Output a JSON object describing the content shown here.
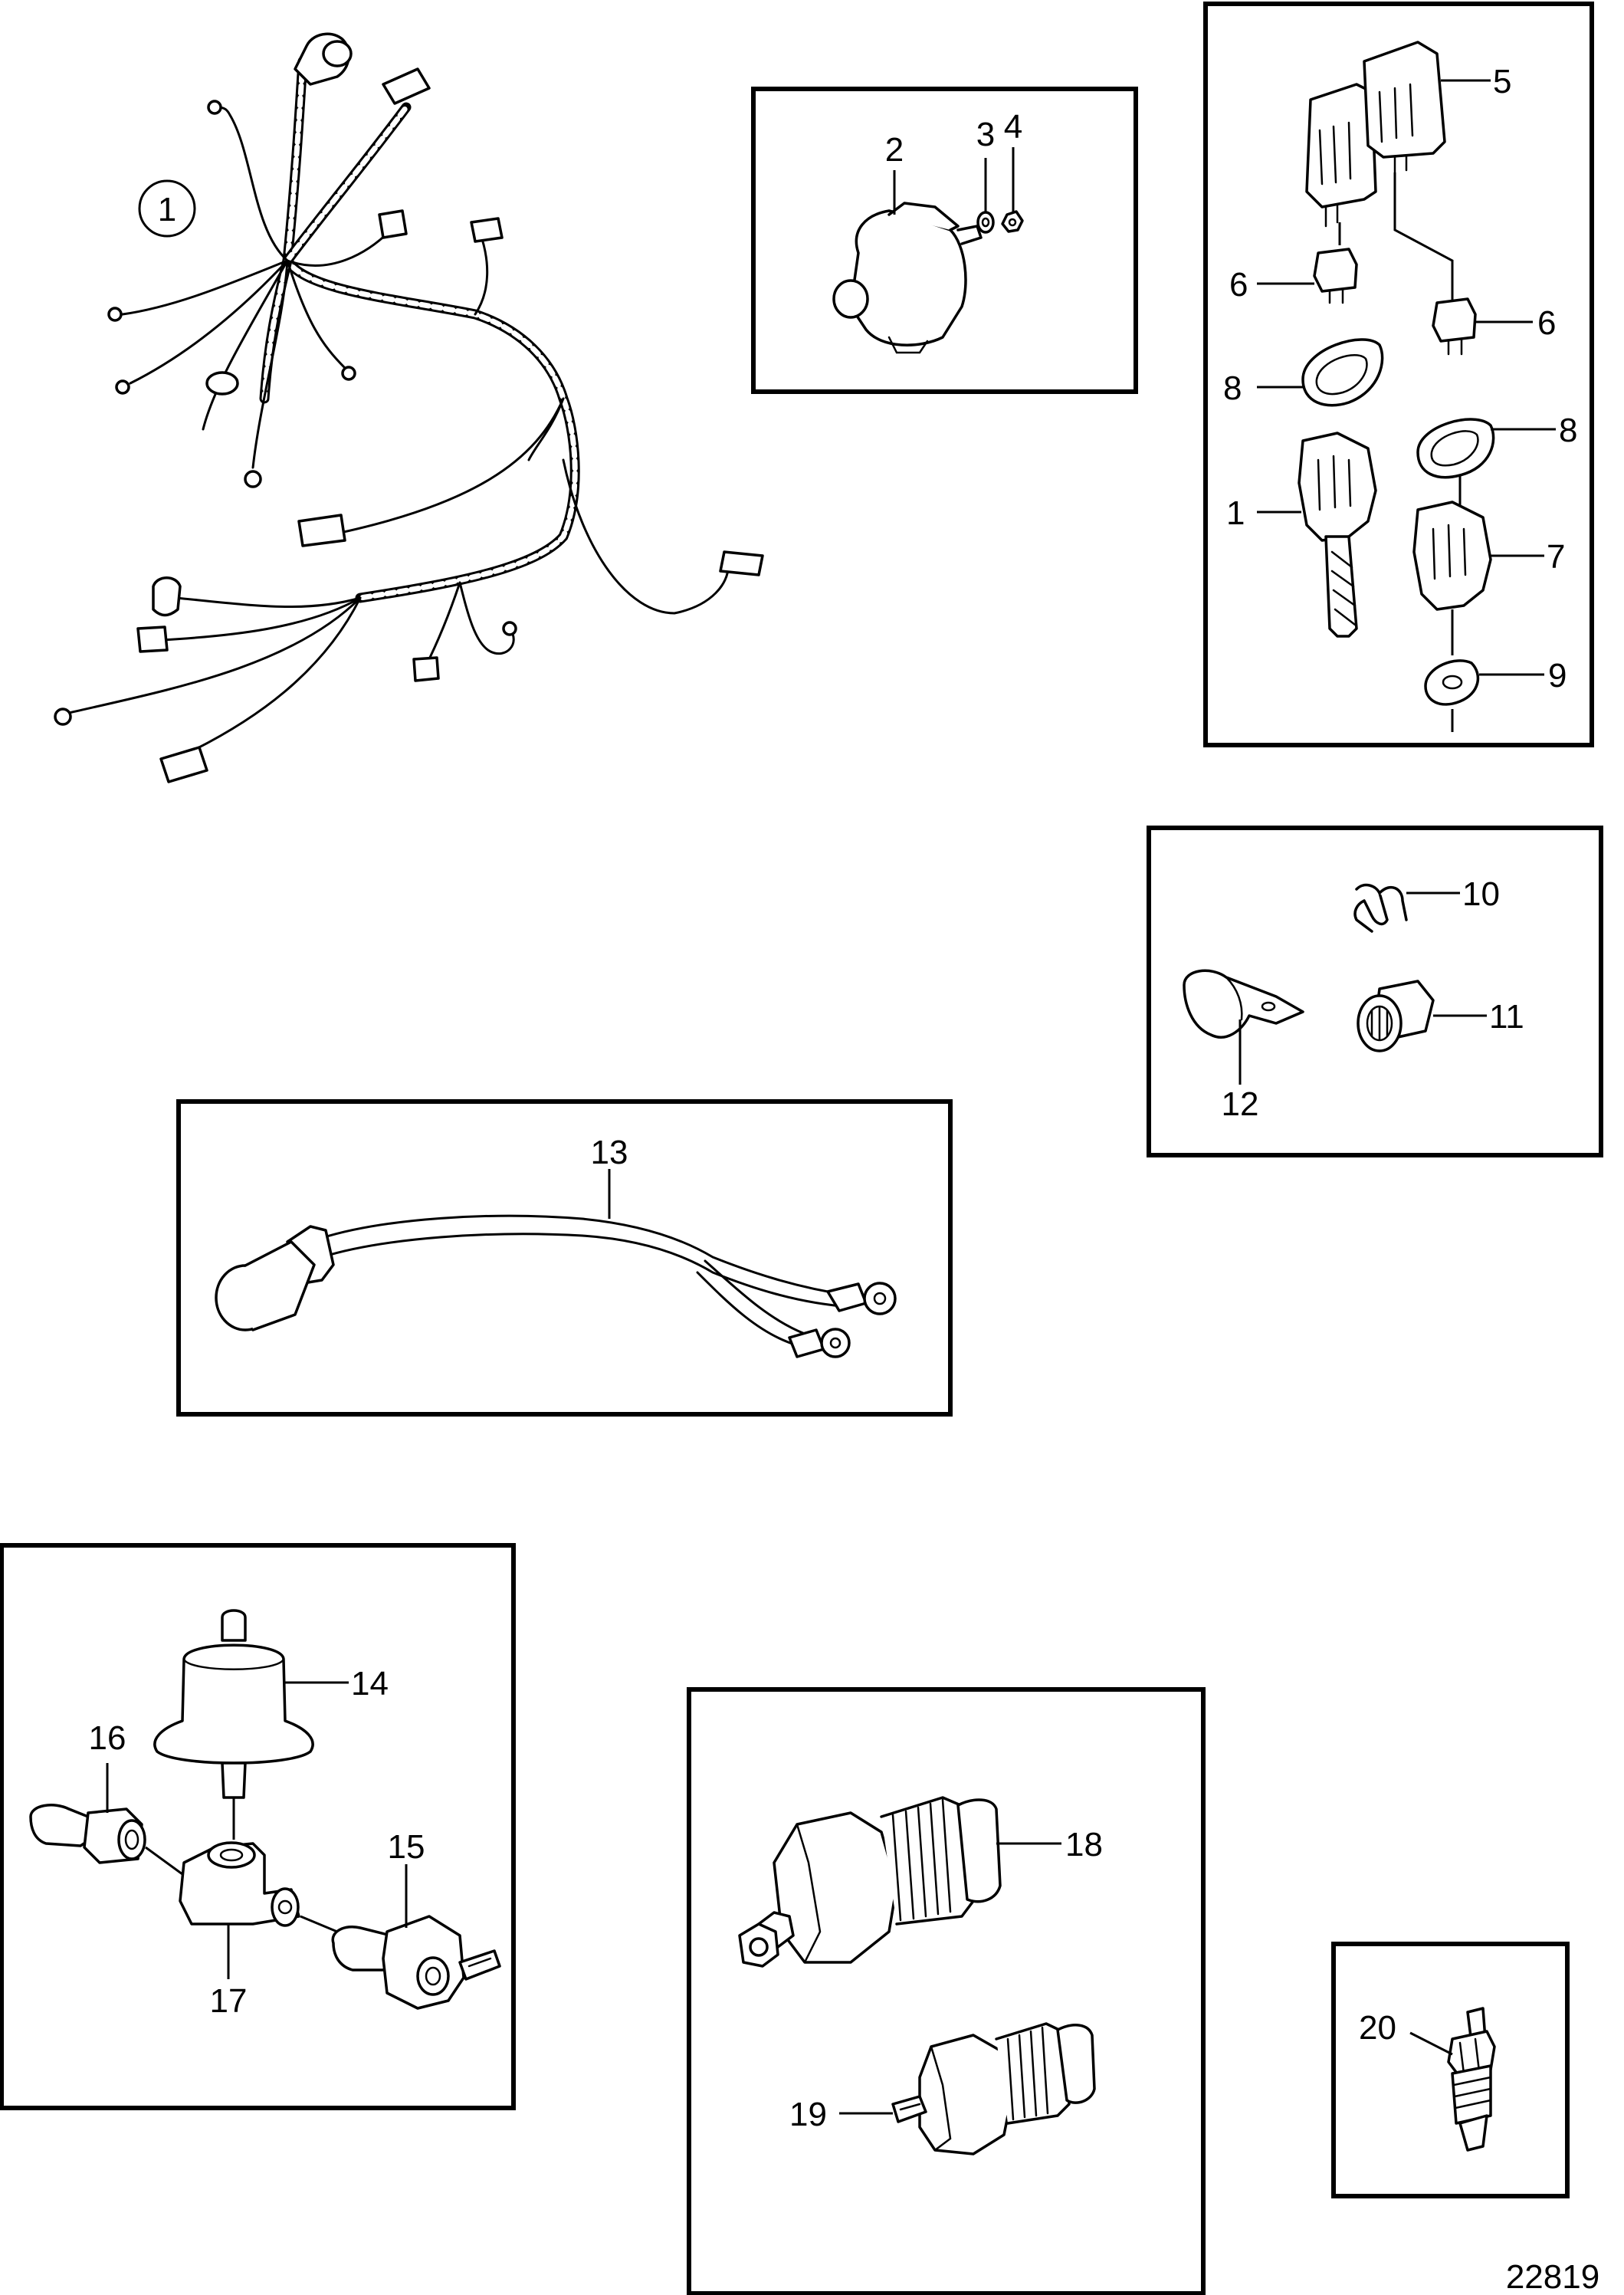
{
  "figure_id": "22819",
  "labels": {
    "l1_circled": "1",
    "l1": "1",
    "l2": "2",
    "l3": "3",
    "l4": "4",
    "l5": "5",
    "l6a": "6",
    "l6b": "6",
    "l7": "7",
    "l8a": "8",
    "l8b": "8",
    "l9": "9",
    "l10": "10",
    "l11": "11",
    "l12": "12",
    "l13": "13",
    "l14": "14",
    "l15": "15",
    "l16": "16",
    "l17": "17",
    "l18": "18",
    "l19": "19",
    "l20": "20"
  }
}
